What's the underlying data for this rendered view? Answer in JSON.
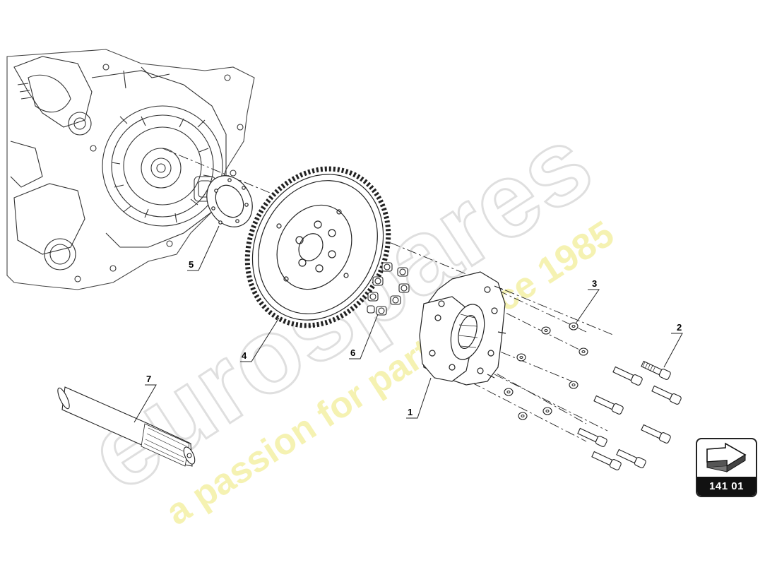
{
  "diagram": {
    "callouts": [
      {
        "id": "callout-1",
        "label": "1"
      },
      {
        "id": "callout-2",
        "label": "2"
      },
      {
        "id": "callout-3",
        "label": "3"
      },
      {
        "id": "callout-4",
        "label": "4"
      },
      {
        "id": "callout-5",
        "label": "5"
      },
      {
        "id": "callout-6",
        "label": "6"
      },
      {
        "id": "callout-7",
        "label": "7"
      }
    ]
  },
  "watermark": {
    "brand": "eurospares",
    "tagline": "a passion for parts since 1985",
    "brand_color": "#d9d9d9",
    "tagline_color": "#f3ef9a"
  },
  "page_badge": {
    "code": "141 01",
    "icon": "arrow-icon"
  }
}
